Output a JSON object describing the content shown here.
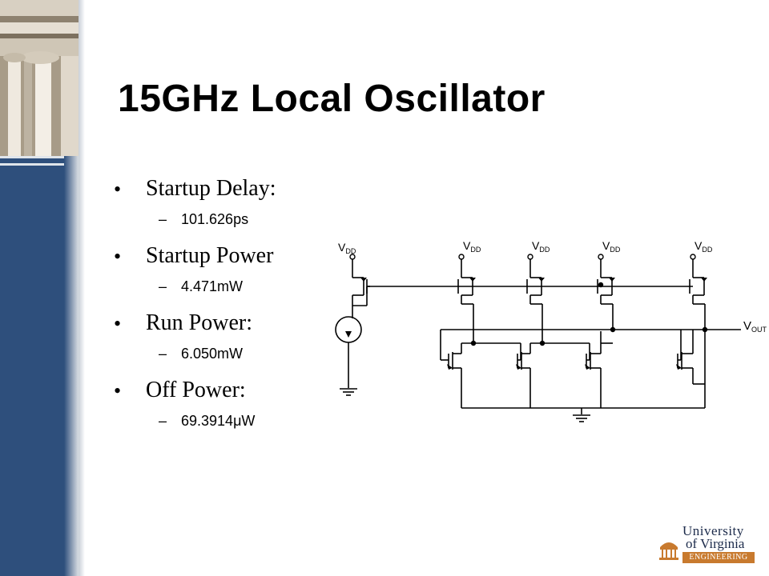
{
  "slide": {
    "title": "15GHz Local Oscillator",
    "bullets": [
      {
        "label": "Startup Delay:",
        "value": "101.626ps"
      },
      {
        "label": "Startup Power",
        "value": "4.471mW"
      },
      {
        "label": "Run Power:",
        "value": "6.050mW"
      },
      {
        "label": "Off Power:",
        "value": "69.3914μW"
      }
    ],
    "sub_marker": "–",
    "bullet_marker": "•"
  },
  "circuit": {
    "supply_label_main": "V",
    "supply_label_sub": "DD",
    "output_label_main": "V",
    "output_label_sub": "OUT"
  },
  "logo": {
    "line1": "University",
    "line2": "of Virginia",
    "line3": "ENGINEERING"
  },
  "colors": {
    "sidebar": "#2e4f7c",
    "logo_accent": "#c87a2e",
    "logo_text": "#1b2a4a"
  }
}
